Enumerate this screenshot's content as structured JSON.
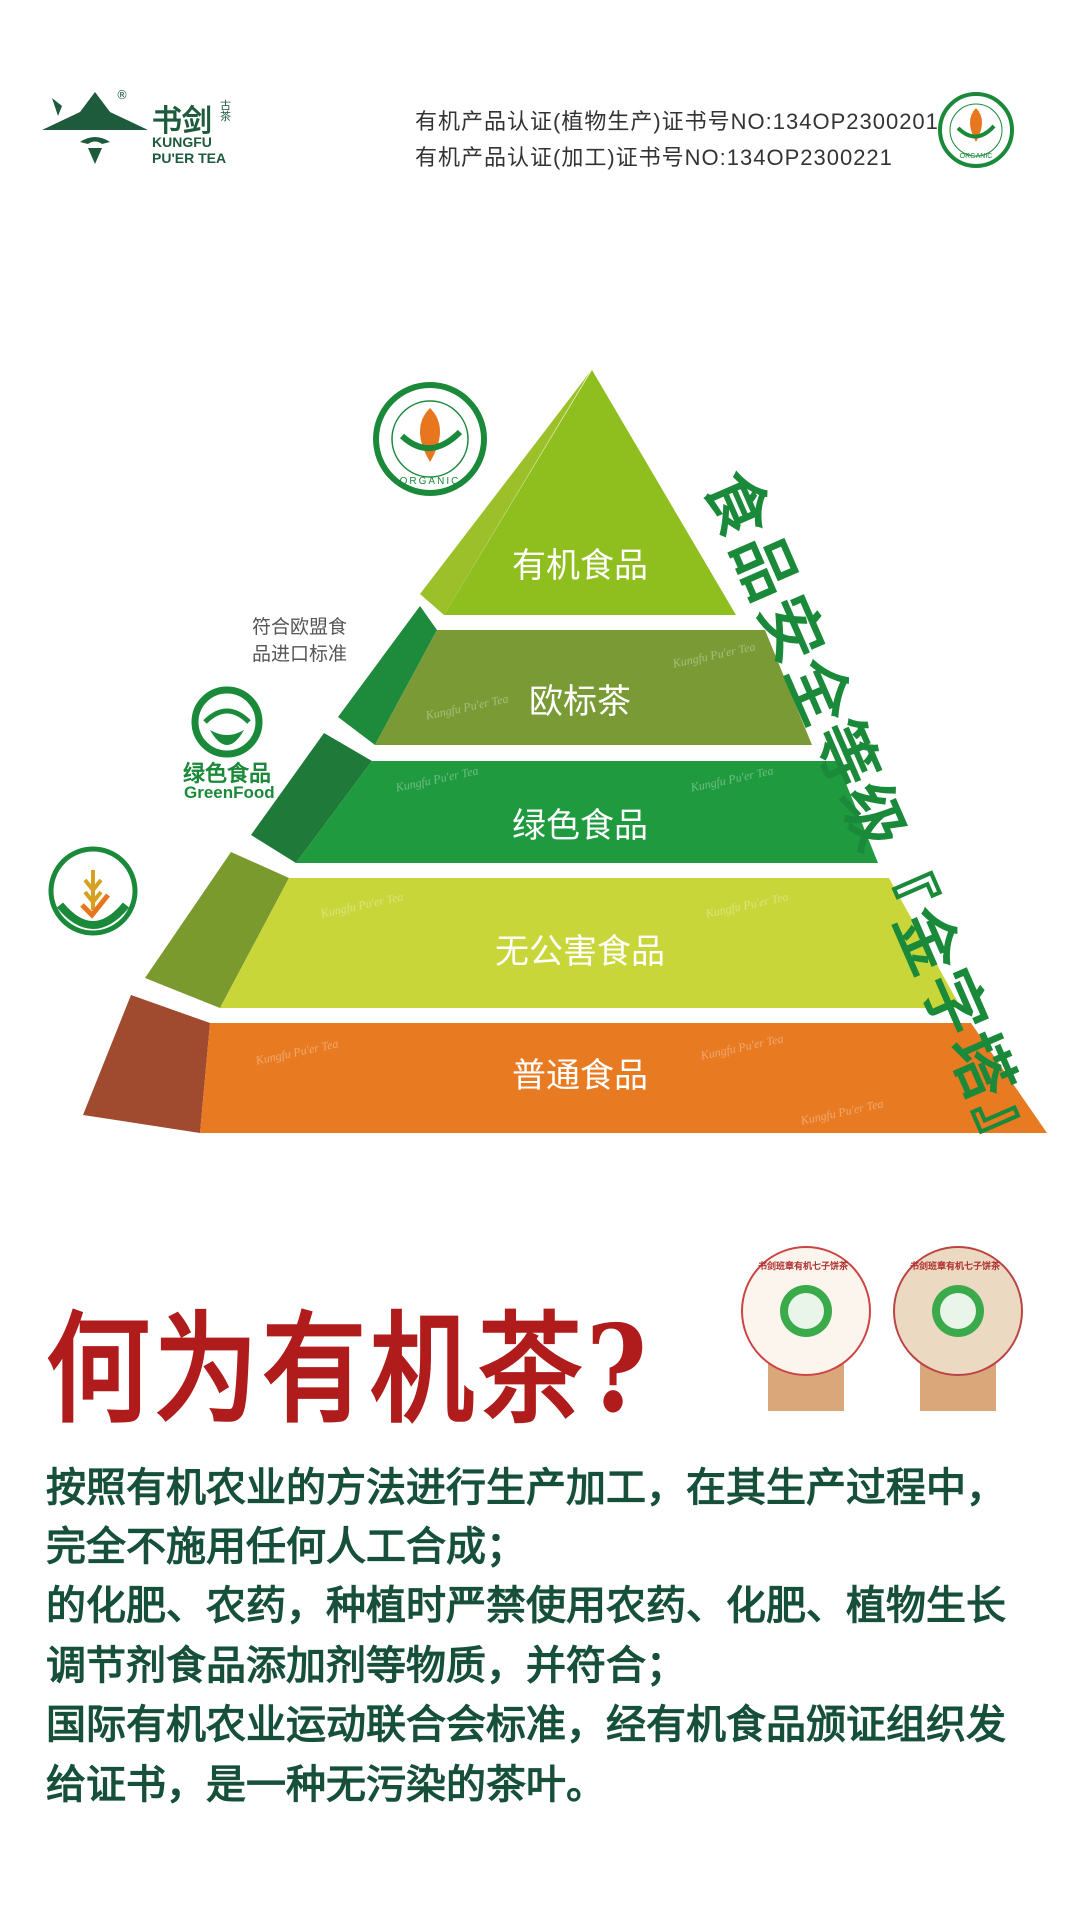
{
  "header": {
    "brand_cn": "书剑",
    "brand_small": "古茶",
    "brand_en_1": "KUNGFU",
    "brand_en_2": "PU'ER TEA",
    "registered": "®",
    "cert_lines": [
      "有机产品认证(植物生产)证书号NO:134OP2300201",
      "有机产品认证(加工)证书号NO:134OP2300221"
    ],
    "organic_badge": "ORGANIC"
  },
  "pyramid": {
    "side_title": "食品安全等级『金字塔』",
    "tiers": [
      {
        "label": "有机食品",
        "color": "#8fbf1f"
      },
      {
        "label": "欧标茶",
        "color": "#7a9a35"
      },
      {
        "label": "绿色食品",
        "color": "#1f9a3f"
      },
      {
        "label": "无公害食品",
        "color": "#c8d63a"
      },
      {
        "label": "普通食品",
        "color": "#e87a22"
      }
    ],
    "eu_note_1": "符合欧盟食",
    "eu_note_2": "品进口标准",
    "organic_logo_text": "ORGANIC",
    "greenfood_cn": "绿色食品",
    "greenfood_en": "GreenFood",
    "watermark": "Kungfu Pu'er Tea"
  },
  "section": {
    "headline": "何为有机茶?",
    "product_label": "书剑班章有机七子饼茶",
    "body_lines": [
      "按照有机农业的方法进行生产加工，在其生产过程中，",
      "完全不施用任何人工合成；",
      "的化肥、农药，种植时严禁使用农药、化肥、植物生长",
      "调节剂食品添加剂等物质，并符合；",
      "国际有机农业运动联合会标准，经有机食品颁证组织发",
      "给证书，是一种无污染的茶叶。"
    ]
  }
}
